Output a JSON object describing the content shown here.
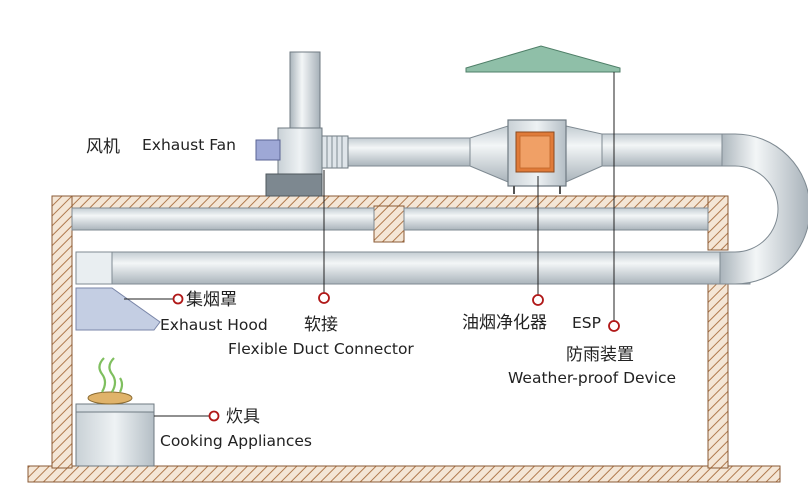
{
  "colors": {
    "duct_light": "#e6ecef",
    "duct_mid": "#c3ccd2",
    "duct_dark": "#98a3ab",
    "wall_hatch": "#b07a4e",
    "roof_cap": "#8fbfa8",
    "esp_orange": "#e07b39",
    "leader": "#b01818",
    "hood": "#b9c4dc",
    "steam": "#7fbf5f"
  },
  "labels": {
    "fan_zh": "风机",
    "fan_en": "Exhaust Fan",
    "hood_zh": "集烟罩",
    "hood_en": "Exhaust Hood",
    "connector_zh": "软接",
    "connector_en": "Flexible Duct Connector",
    "esp_zh": "油烟净化器",
    "esp_en": "ESP",
    "weather_zh": "防雨装置",
    "weather_en": "Weather-proof Device",
    "cooking_zh": "炊具",
    "cooking_en": "Cooking Appliances"
  }
}
